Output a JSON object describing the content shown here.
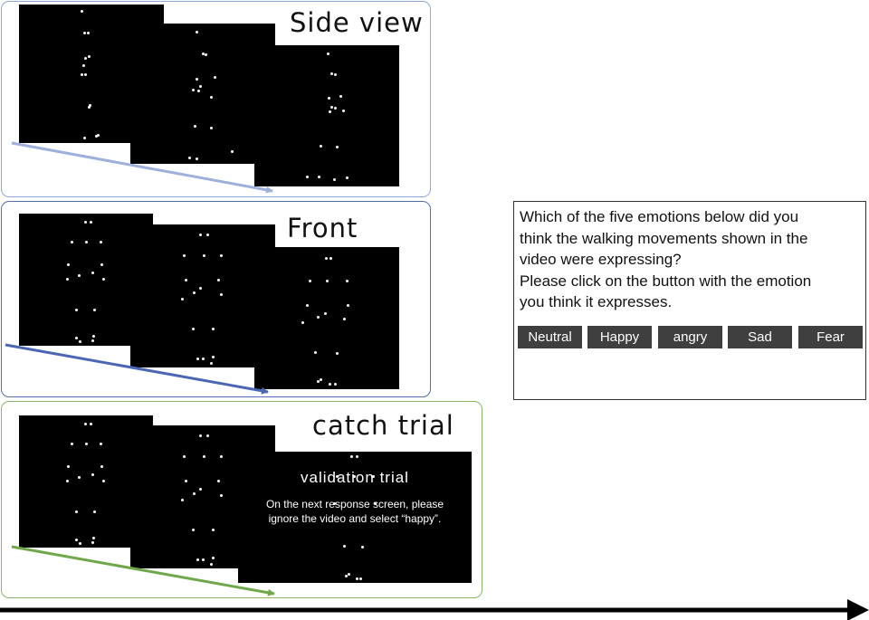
{
  "panels": {
    "side": {
      "title": "Side view",
      "border_color": "#8fa8d8",
      "arrow_color": "#9db0dc"
    },
    "front": {
      "title": "Front view",
      "border_color": "#4f6fb0",
      "arrow_color": "#4a66b4"
    },
    "catch": {
      "title": "catch trial",
      "border_color": "#8ab866",
      "arrow_color": "#6fa84a",
      "validation_title": "validation trial",
      "validation_text": "On the next response screen, please\nignore the video and select “happy”."
    }
  },
  "question": {
    "text": "Which of the five emotions below did you\nthink the walking movements shown in the\nvideo were expressing?\nPlease click on the button with the emotion\nyou think it expresses.",
    "buttons": [
      "Neutral",
      "Happy",
      "angry",
      "Sad",
      "Fear"
    ]
  },
  "colors": {
    "button_bg": "#3f3f3f",
    "timeline_arrow": "#000000"
  }
}
